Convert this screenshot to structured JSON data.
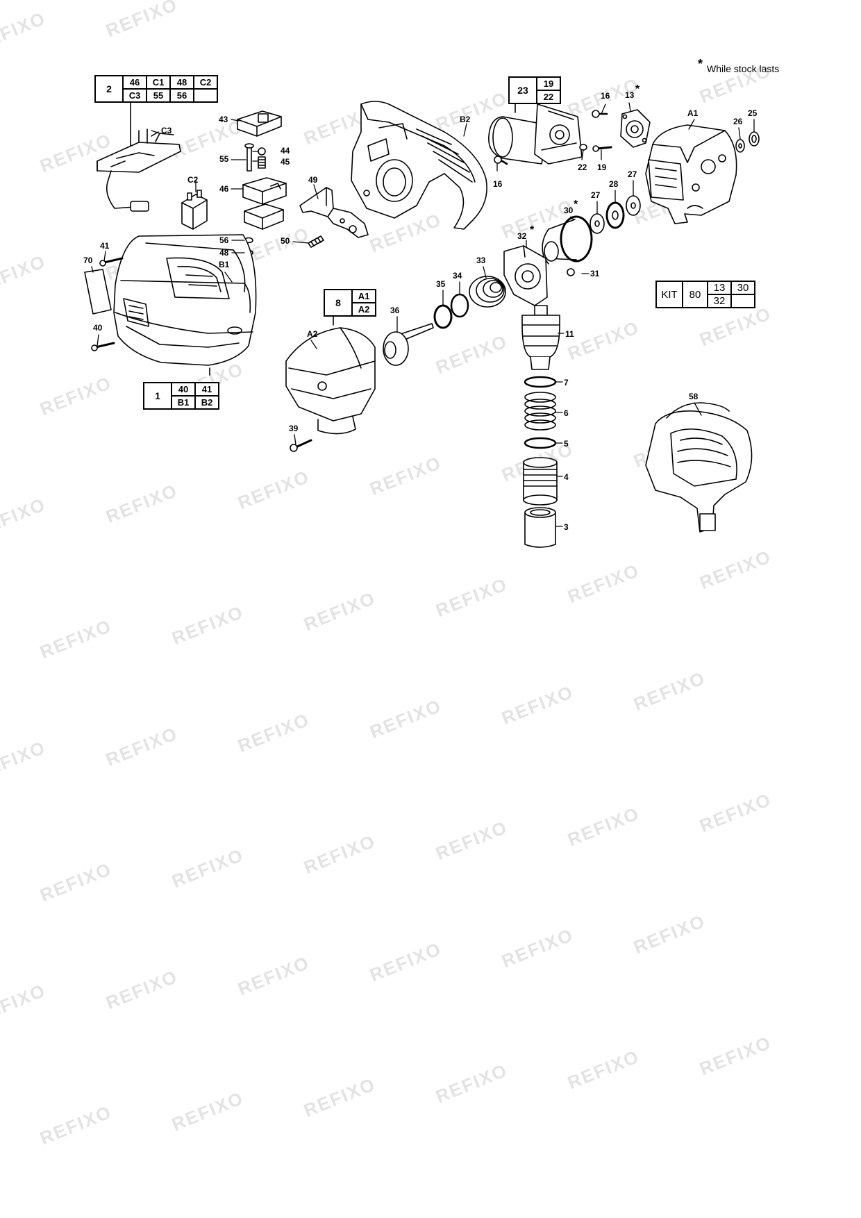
{
  "watermark": "REFIXO",
  "note": {
    "star": "*",
    "text": "While stock lasts"
  },
  "boxes": {
    "box2": {
      "main": "2",
      "row1": [
        "46",
        "C1",
        "48",
        "C2"
      ],
      "row2": [
        "C3",
        "55",
        "56",
        ""
      ]
    },
    "box23": {
      "main": "23",
      "row1": [
        "19"
      ],
      "row2": [
        "22"
      ]
    },
    "box8": {
      "main": "8",
      "row1": [
        "A1"
      ],
      "row2": [
        "A2"
      ]
    },
    "box1": {
      "main": "1",
      "row1": [
        "40",
        "41"
      ],
      "row2": [
        "B1",
        "B2"
      ]
    },
    "kit": {
      "label": "KIT",
      "main": "80",
      "row1": [
        "13",
        "30"
      ],
      "row2": [
        "32",
        ""
      ]
    }
  },
  "labels": {
    "C3": "C3",
    "C2": "C2",
    "n43": "43",
    "n44": "44",
    "n45": "45",
    "n55": "55",
    "n46": "46",
    "n49": "49",
    "n50": "50",
    "n56": "56",
    "n48": "48",
    "n41": "41",
    "n70": "70",
    "B1": "B1",
    "n40": "40",
    "B2": "B2",
    "n16a": "16",
    "n16b": "16",
    "n13": "13",
    "star13": "*",
    "n22": "22",
    "n19": "19",
    "A1": "A1",
    "n26": "26",
    "n25": "25",
    "n27a": "27",
    "n28": "28",
    "n27b": "27",
    "n30": "30",
    "star30": "*",
    "n32": "32",
    "star32": "*",
    "n31": "31",
    "n33": "33",
    "n34": "34",
    "n35": "35",
    "n36": "36",
    "A2": "A2",
    "n39": "39",
    "n11": "11",
    "n7": "7",
    "n6": "6",
    "n5": "5",
    "n4": "4",
    "n3": "3",
    "n58": "58"
  }
}
